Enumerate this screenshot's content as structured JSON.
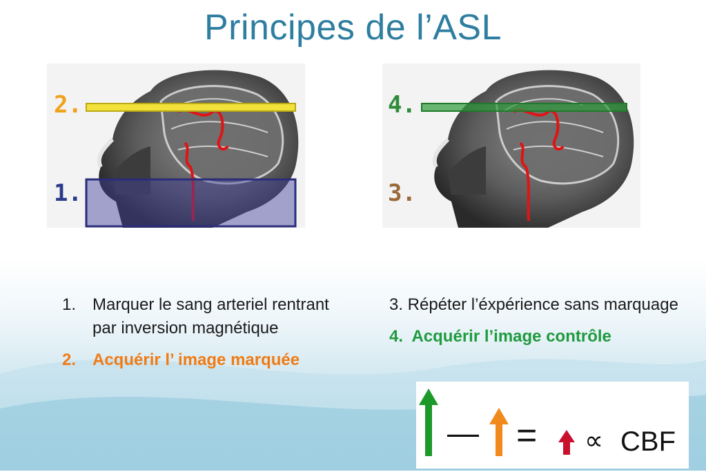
{
  "title": "Principes de l’ASL",
  "left_image": {
    "labels": {
      "top": "2.",
      "bottom": "1."
    },
    "colors": {
      "top_label": "#f0a11a",
      "bottom_label": "#2a3a8c",
      "top_band": "#f2e13a",
      "bottom_box": "#3d3f9c"
    }
  },
  "right_image": {
    "labels": {
      "top": "4.",
      "bottom": "3."
    },
    "colors": {
      "top_label": "#2e8b3a",
      "bottom_label": "#9a6a3a",
      "top_band": "#2e9a3a"
    }
  },
  "left_text": {
    "item1_num": "1.",
    "item1": "Marquer le sang arteriel rentrant par inversion magnétique",
    "item2_num": "2.",
    "item2": "Acquérir l’ image marquée"
  },
  "right_text": {
    "item3": "3. Répéter l’éxpérience sans marquage",
    "item4_num": "4.",
    "item4": "Acquérir l’image contrôle"
  },
  "formula": {
    "minus": "—",
    "equals": "=",
    "proportional": "∝",
    "result": "CBF",
    "colors": {
      "green_arrow": "#1b9a2a",
      "orange_arrow": "#f08a1c",
      "red_arrow": "#c8102e"
    }
  }
}
